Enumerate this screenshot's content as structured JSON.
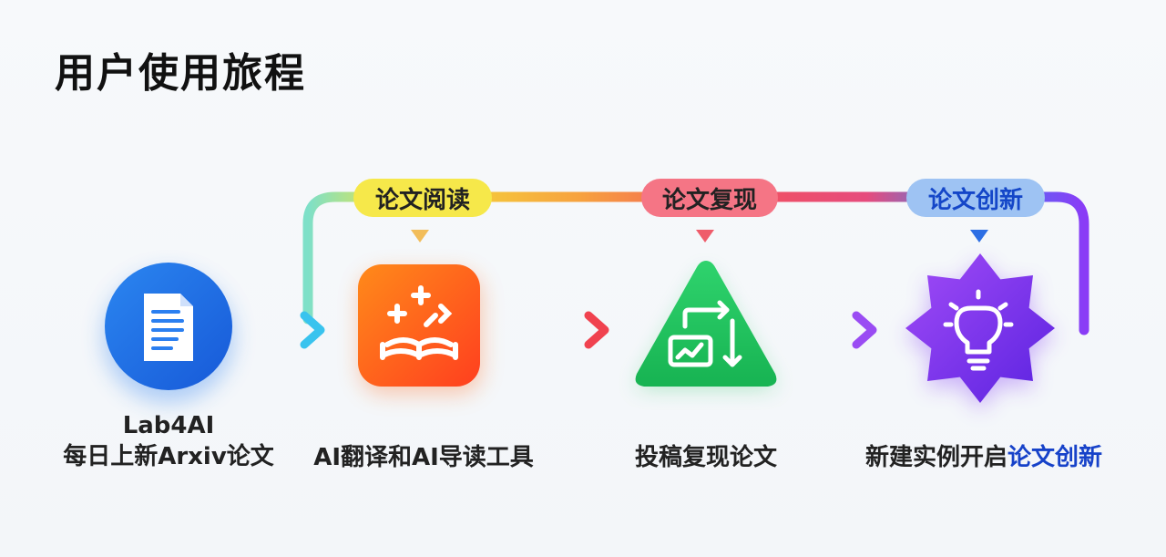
{
  "title": "用户使用旅程",
  "stages": [
    {
      "tag": "论文阅读"
    },
    {
      "tag": "论文复现"
    },
    {
      "tag": "论文创新"
    }
  ],
  "steps": [
    {
      "line1": "Lab4AI",
      "line2": "每日上新Arxiv论文",
      "icon": "document-icon"
    },
    {
      "label": "AI翻译和AI导读工具",
      "icon": "book-sparkle-icon"
    },
    {
      "label": "投稿复现论文",
      "icon": "chart-refresh-icon"
    },
    {
      "label_plain": "新建实例开启",
      "label_highlight": "论文创新",
      "icon": "lightbulb-icon"
    }
  ],
  "colors": {
    "step1": "#1f6fe8",
    "step2": "#ff5a1f",
    "step3": "#22c45e",
    "step4": "#7b2ff7",
    "highlight": "#1742c9"
  }
}
